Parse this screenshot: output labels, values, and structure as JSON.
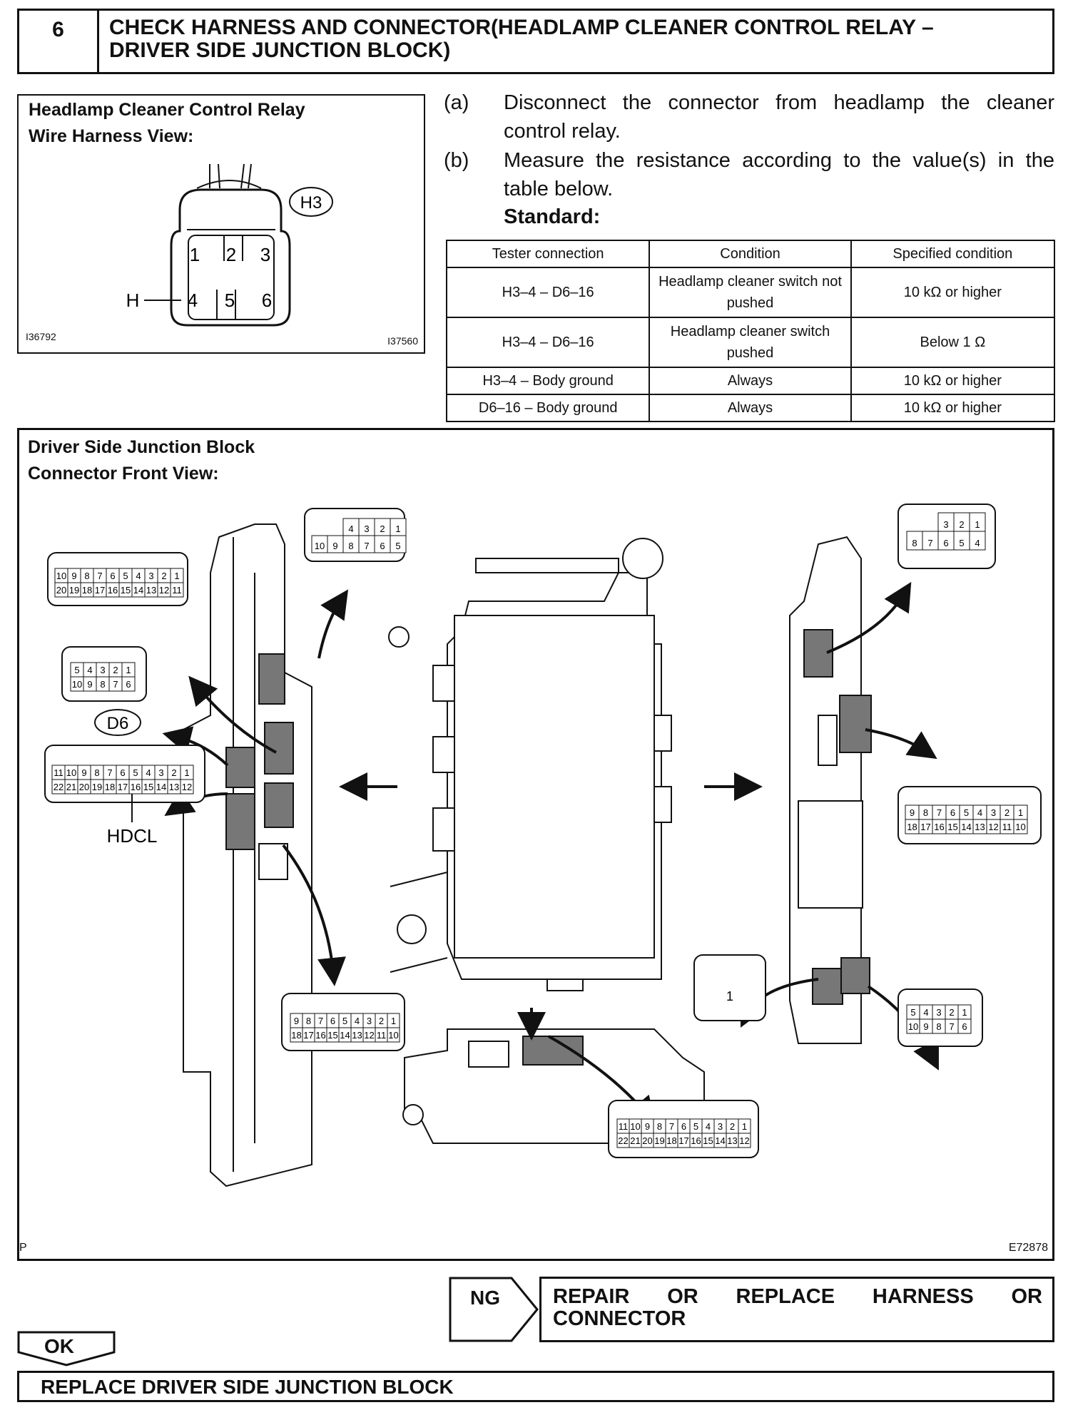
{
  "step": {
    "number": "6",
    "title_line1": "CHECK HARNESS AND CONNECTOR(HEADLAMP CLEANER CONTROL RELAY –",
    "title_line2": "DRIVER SIDE JUNCTION BLOCK)"
  },
  "relay_figure": {
    "title_line1": "Headlamp Cleaner Control Relay",
    "title_line2": "Wire Harness View:",
    "connector_label": "H3",
    "pin_top": [
      "1",
      "2",
      "3"
    ],
    "pin_bottom": [
      "4",
      "5",
      "6"
    ],
    "pin_pointer": "H",
    "code_left": "I36792",
    "code_right": "I37560"
  },
  "instructions": [
    {
      "tag": "(a)",
      "text": "Disconnect the connector from headlamp the cleaner control relay."
    },
    {
      "tag": "(b)",
      "text": "Measure the resistance according to the value(s) in the table below."
    }
  ],
  "standard_label": "Standard:",
  "table": {
    "headers": [
      "Tester connection",
      "Condition",
      "Specified condition"
    ],
    "rows": [
      [
        "H3–4 – D6–16",
        "Headlamp cleaner switch not pushed",
        "10 kΩ or higher"
      ],
      [
        "H3–4 – D6–16",
        "Headlamp cleaner switch pushed",
        "Below 1 Ω"
      ],
      [
        "H3–4 – Body ground",
        "Always",
        "10 kΩ or higher"
      ],
      [
        "D6–16 – Body ground",
        "Always",
        "10 kΩ or higher"
      ]
    ]
  },
  "junction_figure": {
    "title_line1": "Driver Side Junction Block",
    "title_line2": "Connector Front View:",
    "d6_label": "D6",
    "hdcl_label": "HDCL",
    "connector_top_center": {
      "top": [
        "4",
        "3",
        "2",
        "1"
      ],
      "bottom": [
        "10",
        "9",
        "8",
        "7",
        "6",
        "5"
      ]
    },
    "connector_left_20": {
      "top": [
        "10",
        "9",
        "8",
        "7",
        "6",
        "5",
        "4",
        "3",
        "2",
        "1"
      ],
      "bottom": [
        "20",
        "19",
        "18",
        "17",
        "16",
        "15",
        "14",
        "13",
        "12",
        "11"
      ]
    },
    "connector_left_10": {
      "top": [
        "5",
        "4",
        "3",
        "2",
        "1"
      ],
      "bottom": [
        "10",
        "9",
        "8",
        "7",
        "6"
      ]
    },
    "connector_d6": {
      "top": [
        "11",
        "10",
        "9",
        "8",
        "7",
        "6",
        "5",
        "4",
        "3",
        "2",
        "1"
      ],
      "bottom": [
        "22",
        "21",
        "20",
        "19",
        "18",
        "17",
        "16",
        "15",
        "14",
        "13",
        "12"
      ]
    },
    "connector_bottom_18": {
      "top": [
        "9",
        "8",
        "7",
        "6",
        "5",
        "4",
        "3",
        "2",
        "1"
      ],
      "bottom": [
        "18",
        "17",
        "16",
        "15",
        "14",
        "13",
        "12",
        "11",
        "10"
      ]
    },
    "connector_bottom_22": {
      "top": [
        "11",
        "10",
        "9",
        "8",
        "7",
        "6",
        "5",
        "4",
        "3",
        "2",
        "1"
      ],
      "bottom": [
        "22",
        "21",
        "20",
        "19",
        "18",
        "17",
        "16",
        "15",
        "14",
        "13",
        "12"
      ]
    },
    "connector_right_8": {
      "top": [
        "3",
        "2",
        "1"
      ],
      "bottom": [
        "8",
        "7",
        "6",
        "5",
        "4"
      ]
    },
    "connector_right_18": {
      "top": [
        "9",
        "8",
        "7",
        "6",
        "5",
        "4",
        "3",
        "2",
        "1"
      ],
      "bottom": [
        "18",
        "17",
        "16",
        "15",
        "14",
        "13",
        "12",
        "11",
        "10"
      ]
    },
    "connector_single": "1",
    "connector_right_10": {
      "top": [
        "5",
        "4",
        "3",
        "2",
        "1"
      ],
      "bottom": [
        "10",
        "9",
        "8",
        "7",
        "6"
      ]
    },
    "corner_left": "P",
    "code": "E72878"
  },
  "ng": {
    "label": "NG",
    "result": "REPAIR OR REPLACE HARNESS OR CONNECTOR"
  },
  "ok": {
    "label": "OK"
  },
  "final": {
    "text": "REPLACE DRIVER SIDE JUNCTION BLOCK"
  }
}
